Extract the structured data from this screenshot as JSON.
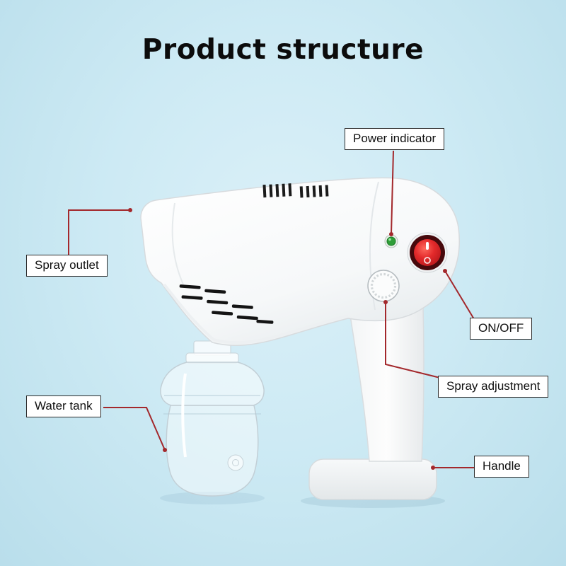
{
  "title": "Product structure",
  "labels": [
    {
      "id": "power-indicator",
      "text": "Power indicator"
    },
    {
      "id": "spray-outlet",
      "text": "Spray outlet"
    },
    {
      "id": "on-off",
      "text": "ON/OFF"
    },
    {
      "id": "spray-adjustment",
      "text": "Spray adjustment"
    },
    {
      "id": "water-tank",
      "text": "Water tank"
    },
    {
      "id": "handle",
      "text": "Handle"
    }
  ],
  "colors": {
    "background": "#cdeaf4",
    "connector_red": "#a3282c",
    "label_border": "#2b2b2b",
    "label_bg": "#ffffff",
    "led_green": "#2f9e38",
    "button_red": "#d92027",
    "button_ring": "#46090c",
    "gun_body": "#fdfdfd",
    "title_color": "#0c0c0c"
  }
}
